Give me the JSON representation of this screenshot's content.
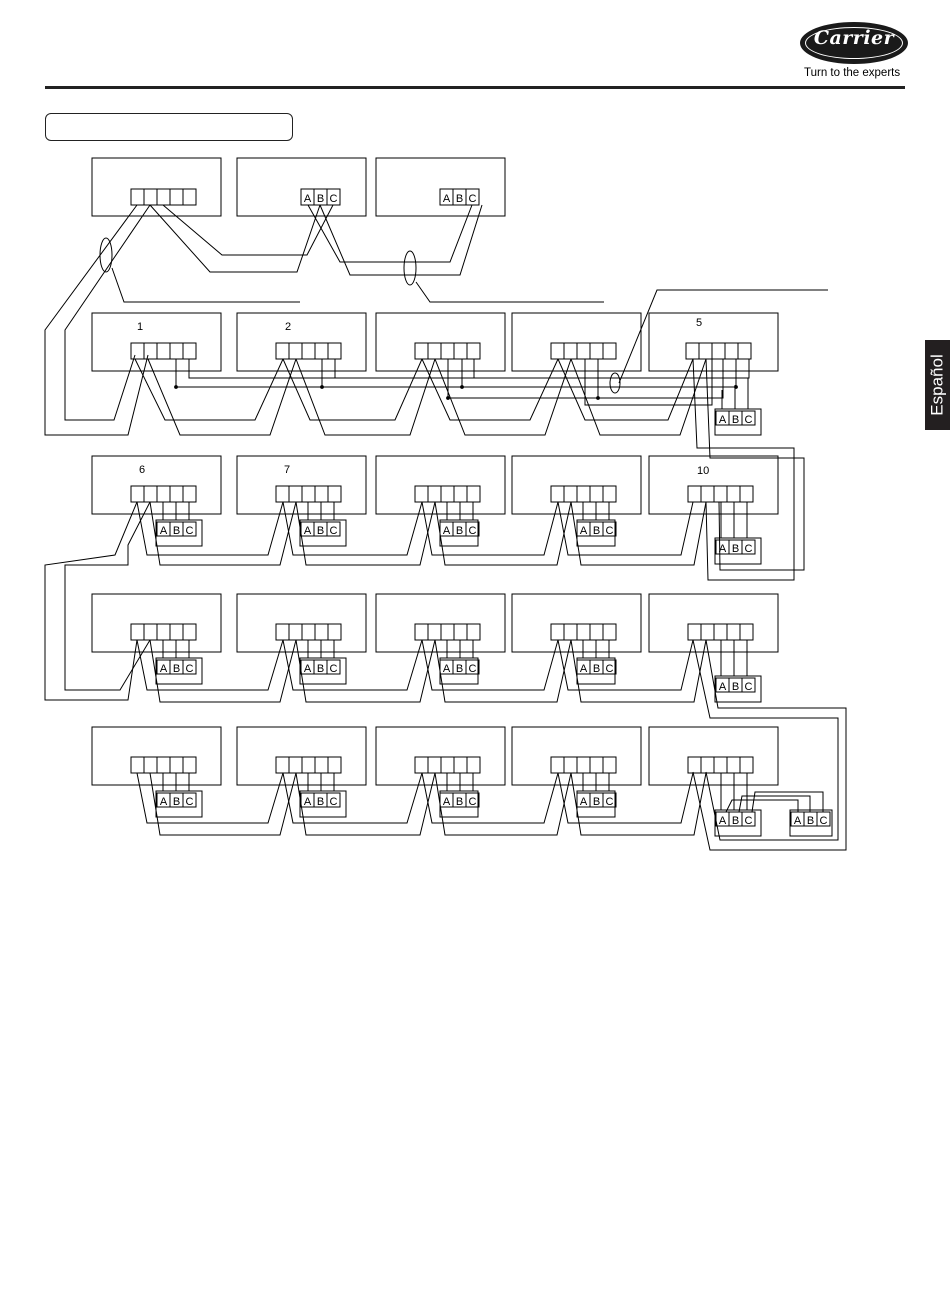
{
  "header": {
    "brand": "Carrier",
    "tagline": "Turn to the experts",
    "section_title": ""
  },
  "side_tab": {
    "language": "Español"
  },
  "terminal_letters": [
    "A",
    "B",
    "C"
  ],
  "unit_numbers": {
    "r1c1": "1",
    "r1c2": "2",
    "r1c5": "5",
    "r2c1": "6",
    "r2c2": "7",
    "r2c5": "10"
  },
  "colors": {
    "ink": "#000000",
    "tab_background": "#231f20"
  }
}
